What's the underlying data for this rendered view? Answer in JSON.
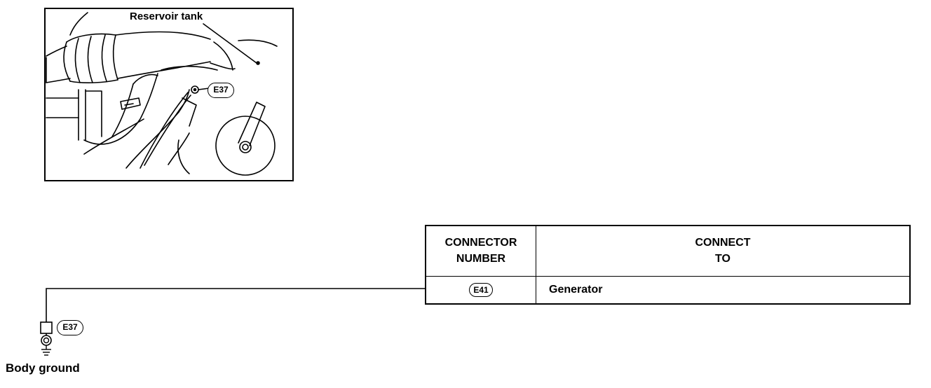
{
  "illustration": {
    "reservoir_label": "Reservoir tank",
    "connector_tag": "E37"
  },
  "ground": {
    "connector_tag": "E37",
    "label": "Body ground"
  },
  "table": {
    "header_col1_line1": "CONNECTOR",
    "header_col1_line2": "NUMBER",
    "header_col2_line1": "CONNECT",
    "header_col2_line2": "TO",
    "rows": [
      {
        "connector": "E41",
        "connect_to": "Generator"
      }
    ]
  }
}
